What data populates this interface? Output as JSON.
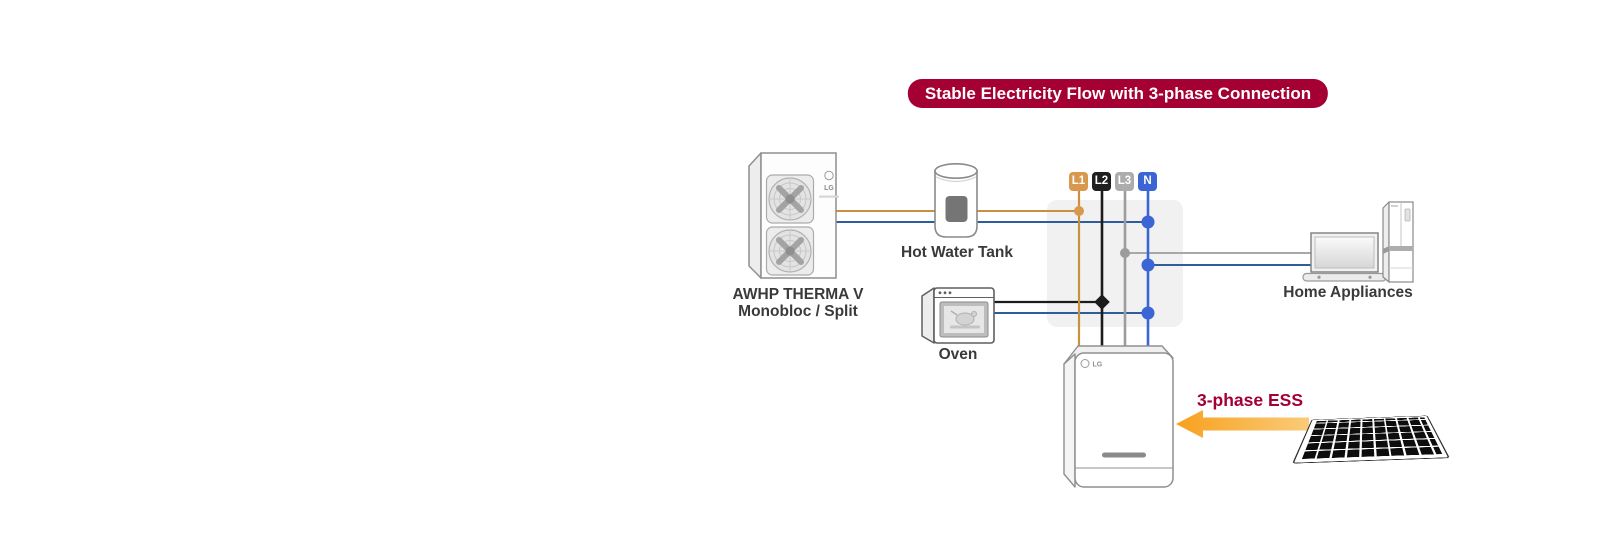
{
  "banner": {
    "label": "Stable Electricity Flow with 3-phase Connection",
    "bg_color": "#A50034",
    "text_color": "#FFFFFF"
  },
  "phase_labels": {
    "l1": {
      "label": "L1",
      "color": "#D8994F"
    },
    "l2": {
      "label": "L2",
      "color": "#1F1F1F"
    },
    "l3": {
      "label": "L3",
      "color": "#ACACAC"
    },
    "n": {
      "label": "N",
      "color": "#3B64D5"
    }
  },
  "devices": {
    "awhp": {
      "label_line1": "AWHP THERMA V",
      "label_line2": "Monobloc / Split",
      "logo": "LG",
      "connected_phases": [
        "L1",
        "N"
      ]
    },
    "hot_water_tank": {
      "label": "Hot Water Tank"
    },
    "oven": {
      "label": "Oven",
      "connected_phases": [
        "L2",
        "N"
      ]
    },
    "home_appliances": {
      "label": "Home Appliances",
      "connected_phases": [
        "L3",
        "N"
      ]
    },
    "ess": {
      "logo": "LG",
      "connected_phases": [
        "L1",
        "L2",
        "L3",
        "N"
      ]
    }
  },
  "flow": {
    "label": "3-phase ESS",
    "label_color": "#A50034",
    "arrow_color": "#F9A826",
    "direction": "solar-panel-to-ess"
  },
  "line_colors": {
    "l1": "#C9913F",
    "l2": "#1B1B1B",
    "l3": "#9C9C9C",
    "neutral": "#3B64D5",
    "neutral_horizontal": "#2E5C9E"
  }
}
